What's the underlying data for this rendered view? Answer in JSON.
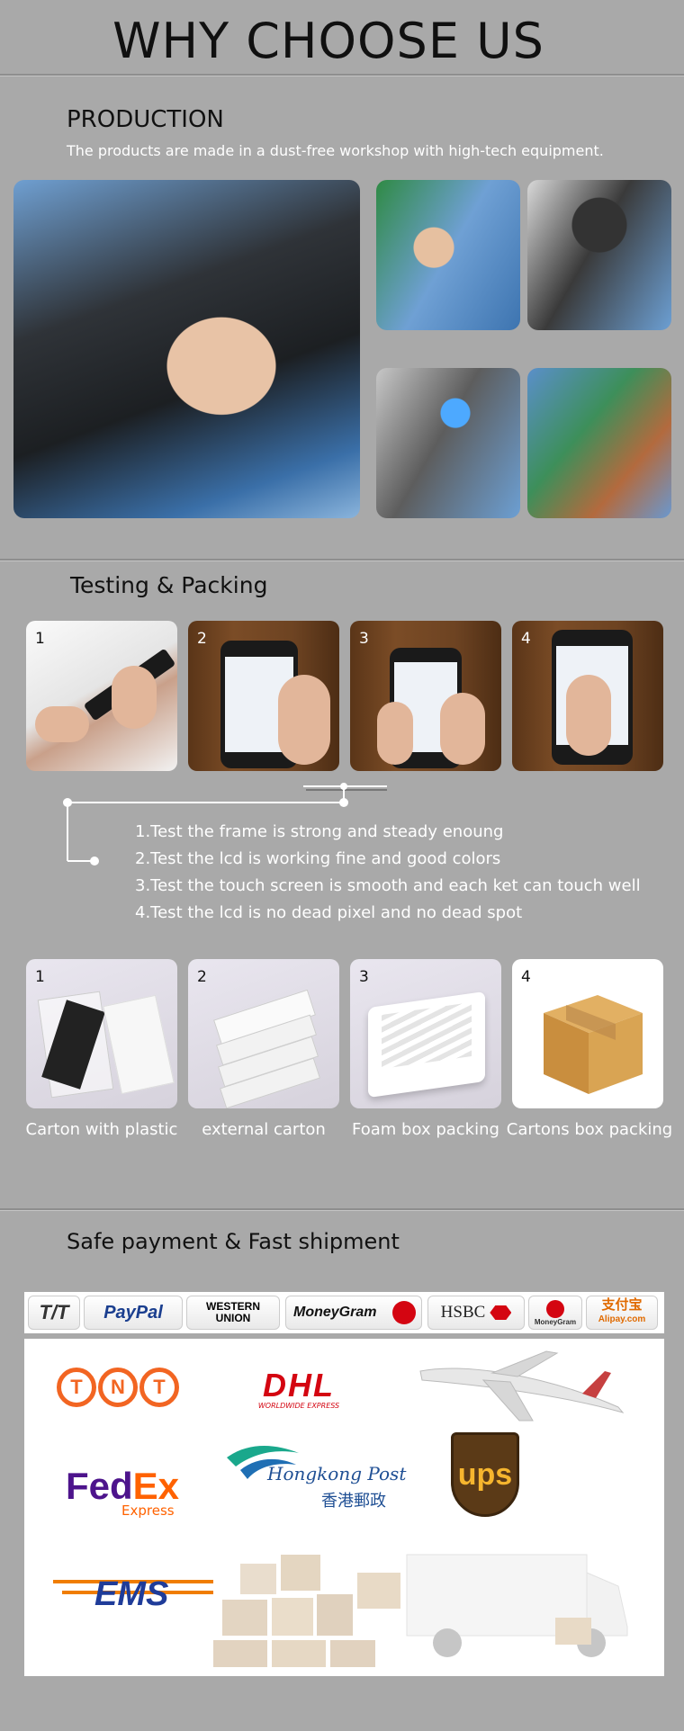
{
  "header": {
    "title": "WHY CHOOSE US"
  },
  "production": {
    "title": "PRODUCTION",
    "subtitle": "The products are made in a dust-free workshop with high-tech equipment."
  },
  "testing": {
    "title": "Testing & Packing",
    "photo_numbers": [
      "1",
      "2",
      "3",
      "4"
    ],
    "steps": [
      "1.Test the frame is strong and steady enoung",
      "2.Test the lcd is working fine and good colors",
      "3.Test the touch screen is smooth and each ket can touch well",
      "4.Test the lcd is no dead pixel and no dead spot"
    ]
  },
  "packing": {
    "numbers": [
      "1",
      "2",
      "3",
      "4"
    ],
    "captions": [
      "Carton with plastic",
      "external carton",
      "Foam box packing",
      "Cartons box packing"
    ]
  },
  "payment": {
    "title": "Safe payment & Fast shipment",
    "methods": {
      "tt": "T/T",
      "paypal": "PayPal",
      "western_union_1": "WESTERN",
      "western_union_2": "UNION",
      "moneygram": "MoneyGram",
      "hsbc": "HSBC",
      "moneygram_small": "MoneyGram",
      "alipay_cn": "支付宝",
      "alipay_en": "Alipay.com"
    },
    "carriers": {
      "tnt": [
        "T",
        "N",
        "T"
      ],
      "dhl": "DHL",
      "dhl_sub": "WORLDWIDE EXPRESS",
      "fedex_fed": "Fed",
      "fedex_ex": "Ex",
      "fedex_express": "Express",
      "hkpost_en": "Hongkong Post",
      "hkpost_cn": "香港郵政",
      "ups": "ups",
      "ems": "EMS"
    }
  },
  "colors": {
    "background": "#a9a9a9",
    "paypal_blue": "#1b3f8f",
    "dhl_red": "#d40511",
    "tnt_orange": "#f26522",
    "fedex_purple": "#4d148c",
    "fedex_orange": "#ff6200",
    "ups_brown": "#5b3a17",
    "ups_gold": "#f6b52e",
    "ems_blue": "#1f3c99",
    "ems_orange": "#f07d00"
  }
}
